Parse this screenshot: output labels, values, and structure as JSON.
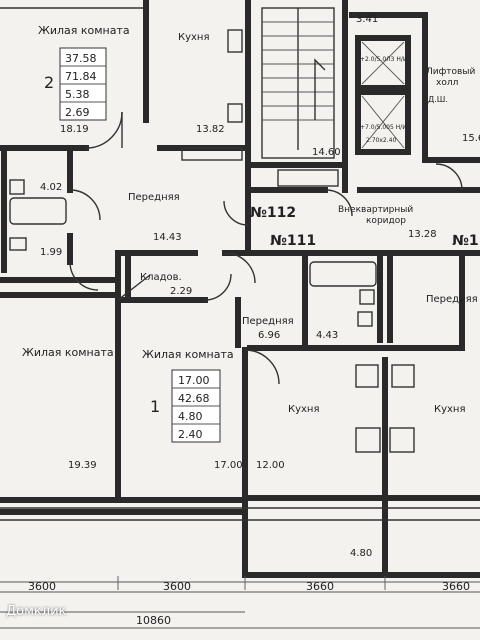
{
  "rooms": {
    "living_topleft": {
      "name": "Жилая комната",
      "area": "18.19"
    },
    "apt_info_top": {
      "index": "2",
      "values": [
        "37.58",
        "71.84",
        "5.38",
        "2.69"
      ]
    },
    "kitchen_top": {
      "name": "Кухня",
      "area": "13.82"
    },
    "stair_value": "14.60",
    "top_value": "3.41",
    "lift_label_1": "Лифтовый",
    "lift_label_2": "холл",
    "lift_mark": "Д.Ш.",
    "lift_marks_small": [
      "+2.0/5.0Л3 Н/И",
      "+7.0/5.005 Н/И",
      "2.70x2.40"
    ],
    "right_edge_value": "15.6",
    "bath_left": {
      "area": "4.02"
    },
    "wc_left": {
      "area": "1.99"
    },
    "hall_top": {
      "name": "Передняя",
      "area": "14.43"
    },
    "corridor": {
      "name_1": "Внеквартирный",
      "name_2": "коридор",
      "area": "13.28"
    },
    "apt112": "№112",
    "apt111": "№111",
    "apt1x": "№1",
    "closet": {
      "name": "Кладов.",
      "area": "2.29"
    },
    "hall_right": {
      "name": "Передняя"
    },
    "hall_mid": {
      "name": "Передняя",
      "area": "6.96"
    },
    "bath_mid": {
      "area": "4.43"
    },
    "living_left": {
      "name": "Жилая комната",
      "area": "19.39"
    },
    "living_center": {
      "name": "Жилая комната",
      "area": "17.00"
    },
    "apt_info_center": {
      "index": "1",
      "values": [
        "17.00",
        "42.68",
        "4.80",
        "2.40"
      ]
    },
    "kitchen_mid": {
      "name": "Кухня",
      "area": "12.00"
    },
    "kitchen_right": {
      "name": "Кухня"
    },
    "balcony": {
      "area": "4.80"
    }
  },
  "dimensions": {
    "segments": [
      "3600",
      "3600",
      "3660",
      "3660"
    ],
    "total": "10860"
  },
  "watermark": "Домклик"
}
